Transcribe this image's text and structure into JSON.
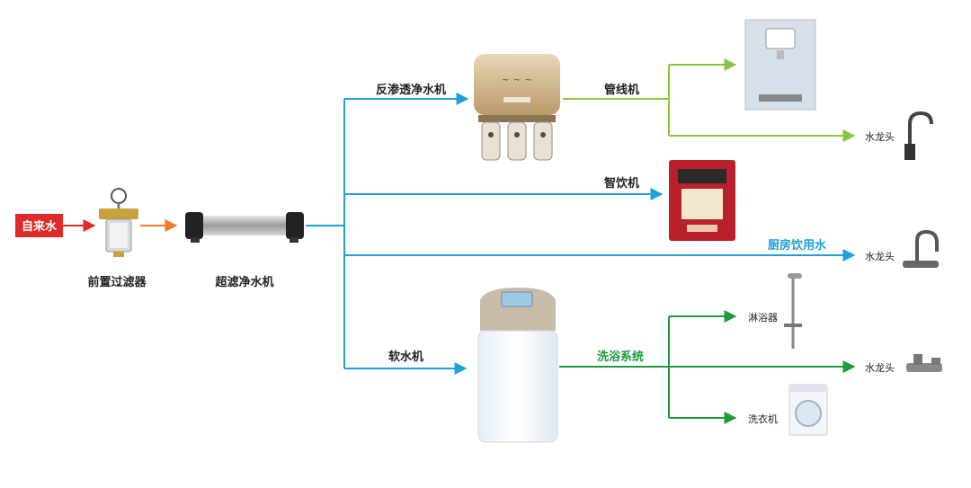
{
  "source": {
    "label": "自来水"
  },
  "nodes": {
    "pre_filter": "前置过滤器",
    "uf_purifier": "超滤净水机",
    "ro_purifier": "反渗透净水机",
    "pipeline_unit": "管线机",
    "faucet_1": "水龙头",
    "smart_dispenser": "智饮机",
    "kitchen_water": "厨房饮用水",
    "faucet_2": "水龙头",
    "softener": "软水机",
    "bath_system": "洗浴系统",
    "shower": "淋浴器",
    "faucet_3": "水龙头",
    "washer": "洗衣机"
  },
  "colors": {
    "red": "#e02a2a",
    "orange": "#f07d2a",
    "blue": "#1fa0d8",
    "light_green": "#8cc63e",
    "dark_green": "#1e9a3c"
  }
}
